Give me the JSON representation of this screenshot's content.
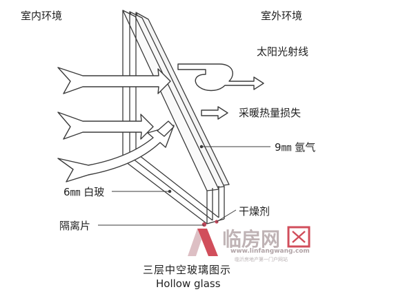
{
  "labels": {
    "indoor": "室内环境",
    "outdoor": "室外环境",
    "solar": "太阳光射线",
    "heat_loss": "采暖热量损失",
    "argon": "9㎜ 氩气",
    "white_glass": "6㎜ 白玻",
    "desiccant": "干燥剂",
    "spacer": "隔离片"
  },
  "caption": {
    "cn": "三层中空玻璃图示",
    "en": "Hollow glass"
  },
  "watermark": {
    "logo_text": "临房网",
    "site": "www.linfangwang.com",
    "subtitle": "临沂房地产第一门户网站"
  },
  "colors": {
    "line": "#3a3a3a",
    "glass_fill": "#f4f4f4",
    "spacer": "#c0475a",
    "watermark_red": "#c9303f",
    "watermark_grey": "#b8aeb0"
  }
}
